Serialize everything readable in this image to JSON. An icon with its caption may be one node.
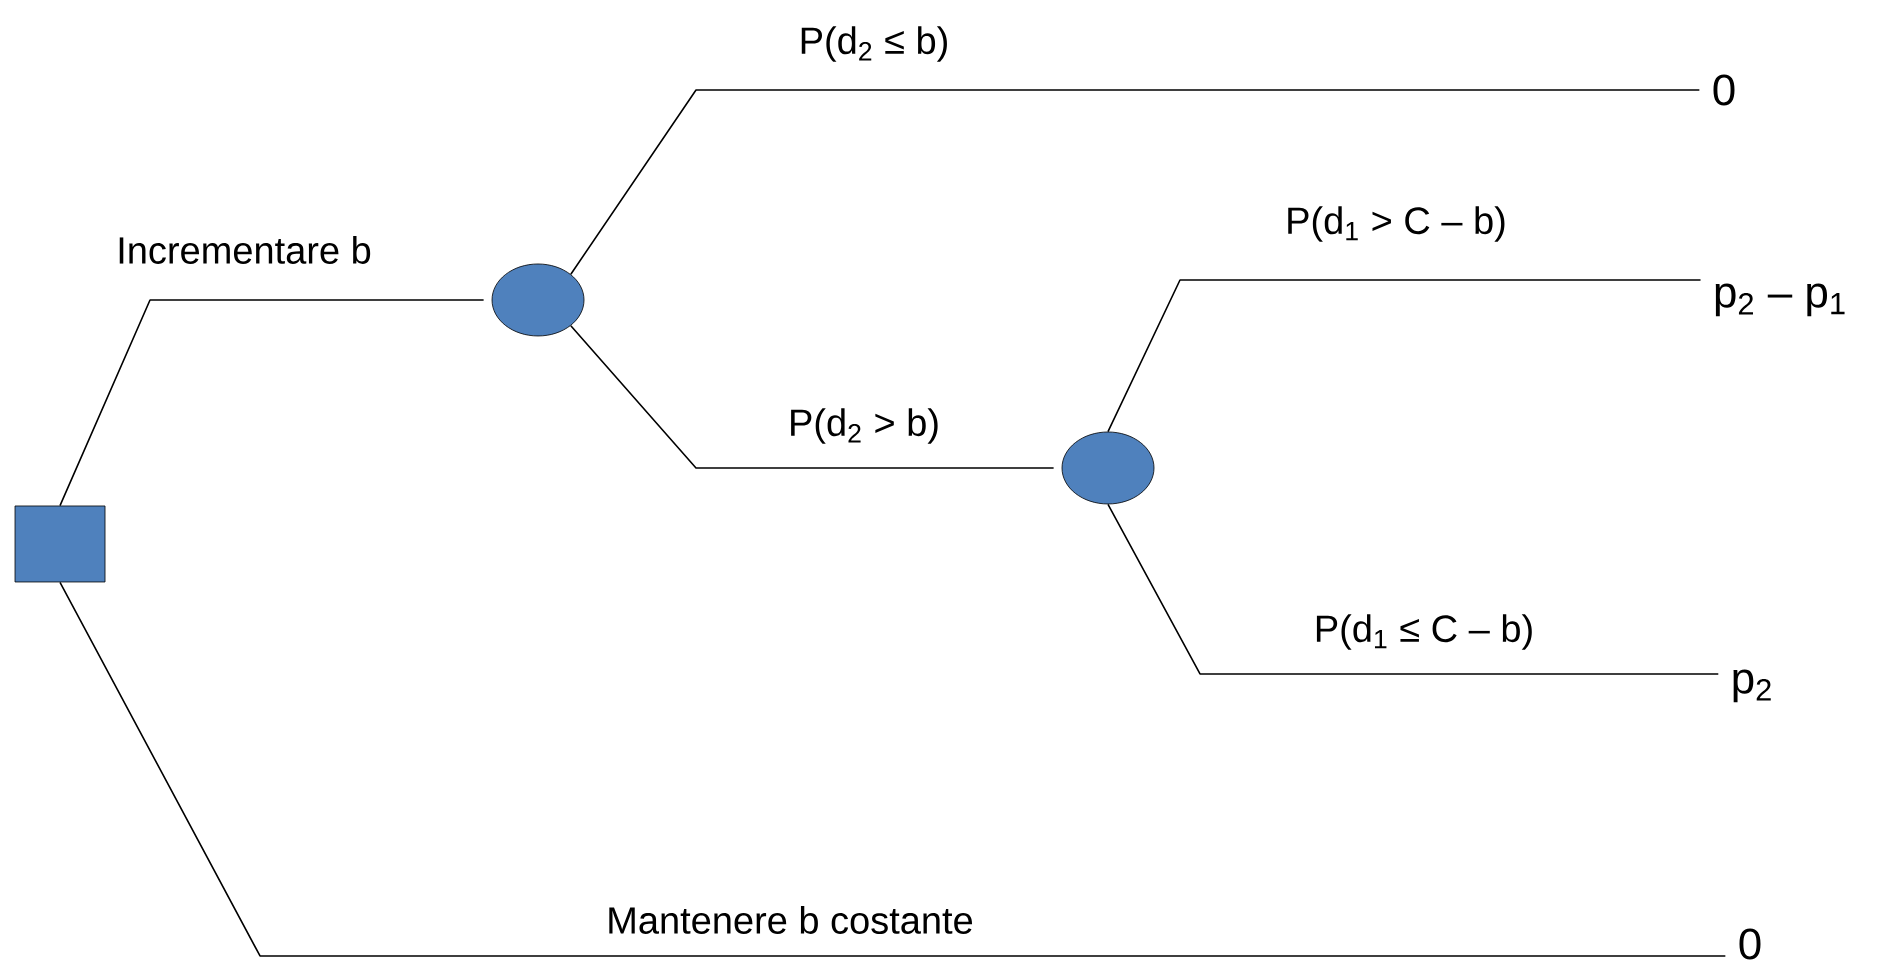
{
  "diagram": {
    "nodes": [
      {
        "text": [],
        "shape": "box"
      },
      {
        "text": [],
        "shape": "circle"
      },
      {
        "text": [
          "0"
        ]
      },
      {
        "text": [],
        "shape": "circle"
      },
      {
        "text": [
          "p$_{2}$ – p$_{1}$"
        ]
      },
      {
        "text": [
          "p$_{2}$"
        ]
      },
      {
        "text": [
          "0"
        ]
      }
    ],
    "edges": [
      {
        "from": 0,
        "to": 1,
        "arrow": "none",
        "label": "Incrementare b"
      },
      {
        "from": 1,
        "to": 2,
        "arrow": "none",
        "label": "P(d$_{2}$ ≤ b)"
      },
      {
        "from": 1,
        "to": 3,
        "arrow": "none",
        "label": "P(d$_{2}$ > b)"
      },
      {
        "from": 3,
        "to": 4,
        "arrow": "none",
        "label": "P(d$_{1}$ > C – b)"
      },
      {
        "from": 3,
        "to": 5,
        "arrow": "none",
        "label": "P(d$_{1}$ ≤ C – b)"
      },
      {
        "from": 0,
        "to": 6,
        "arrow": "none",
        "label": "Mantenere b costante"
      }
    ]
  }
}
